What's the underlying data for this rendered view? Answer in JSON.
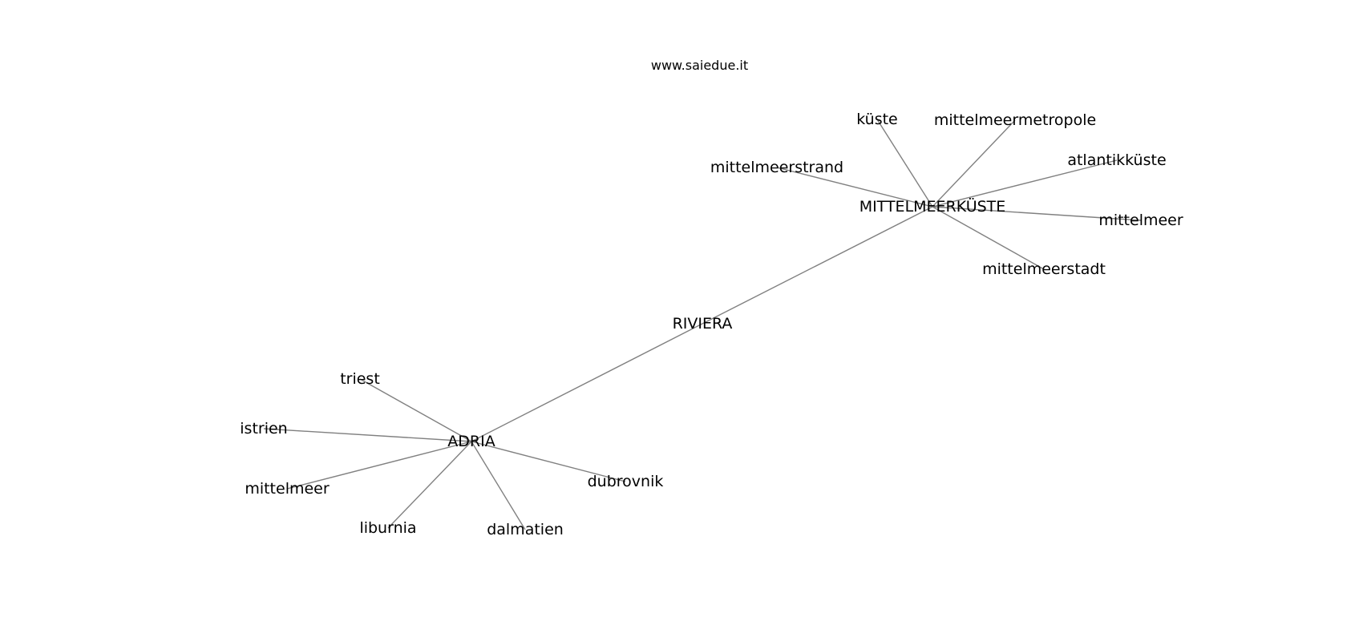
{
  "graph": {
    "source": "www.saiedue.it",
    "edge_color": "#808080",
    "text_color": "#000000",
    "background": "#ffffff",
    "nodes": [
      {
        "id": "riviera",
        "label": "RIVIERA"
      },
      {
        "id": "mittelmeerkueste",
        "label": "MITTELMEERKÜSTE"
      },
      {
        "id": "adria",
        "label": "ADRIA"
      },
      {
        "id": "kueste",
        "label": "küste"
      },
      {
        "id": "mittelmeermetropole",
        "label": "mittelmeermetropole"
      },
      {
        "id": "mittelmeerstrand",
        "label": "mittelmeerstrand"
      },
      {
        "id": "atlantikkueste",
        "label": "atlantikküste"
      },
      {
        "id": "mittelmeer-1",
        "label": "mittelmeer"
      },
      {
        "id": "mittelmeerstadt",
        "label": "mittelmeerstadt"
      },
      {
        "id": "triest",
        "label": "triest"
      },
      {
        "id": "istrien",
        "label": "istrien"
      },
      {
        "id": "mittelmeer-2",
        "label": "mittelmeer"
      },
      {
        "id": "liburnia",
        "label": "liburnia"
      },
      {
        "id": "dalmatien",
        "label": "dalmatien"
      },
      {
        "id": "dubrovnik",
        "label": "dubrovnik"
      }
    ],
    "edges": [
      [
        "riviera",
        "mittelmeerkueste"
      ],
      [
        "riviera",
        "adria"
      ],
      [
        "mittelmeerkueste",
        "kueste"
      ],
      [
        "mittelmeerkueste",
        "mittelmeermetropole"
      ],
      [
        "mittelmeerkueste",
        "mittelmeerstrand"
      ],
      [
        "mittelmeerkueste",
        "atlantikkueste"
      ],
      [
        "mittelmeerkueste",
        "mittelmeer-1"
      ],
      [
        "mittelmeerkueste",
        "mittelmeerstadt"
      ],
      [
        "adria",
        "triest"
      ],
      [
        "adria",
        "istrien"
      ],
      [
        "adria",
        "mittelmeer-2"
      ],
      [
        "adria",
        "liburnia"
      ],
      [
        "adria",
        "dalmatien"
      ],
      [
        "adria",
        "dubrovnik"
      ]
    ]
  }
}
